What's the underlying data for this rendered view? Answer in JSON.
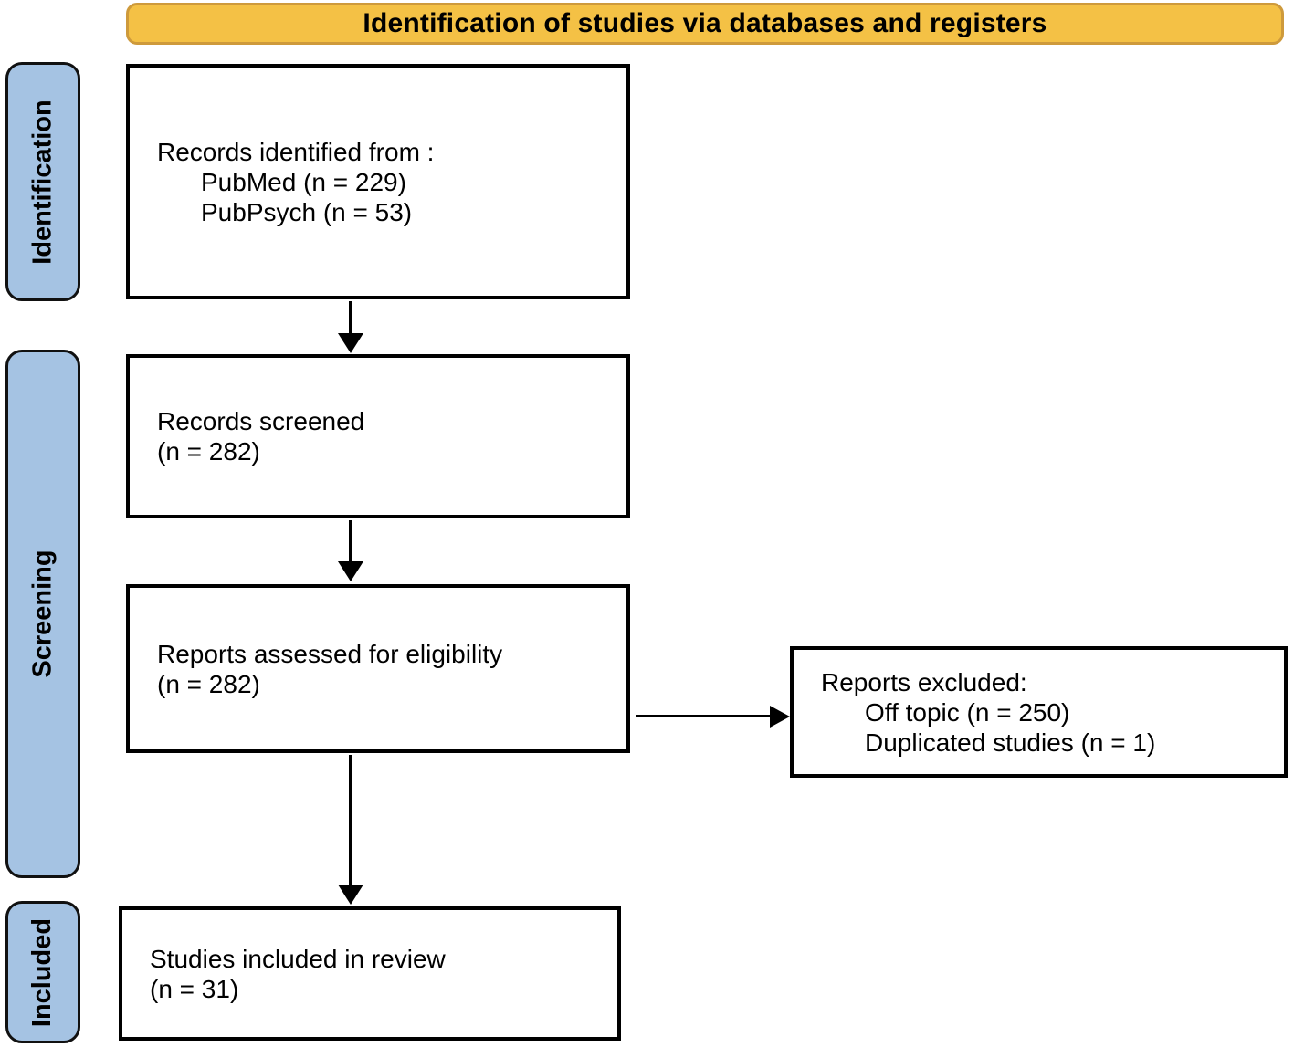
{
  "header": {
    "title": "Identification of studies via databases and registers"
  },
  "stages": [
    {
      "label": "Identification"
    },
    {
      "label": "Screening"
    },
    {
      "label": "Included"
    }
  ],
  "boxes": {
    "records_identified": {
      "lines": [
        "Records identified from :",
        "PubMed (n = 229)",
        "PubPsych (n = 53)"
      ]
    },
    "records_screened": {
      "lines": [
        "Records screened",
        "(n = 282)"
      ]
    },
    "reports_assessed": {
      "lines": [
        "Reports assessed for eligibility",
        "(n = 282)"
      ]
    },
    "reports_excluded": {
      "lines": [
        "Reports excluded:",
        "Off topic (n = 250)",
        "Duplicated studies (n = 1)"
      ]
    },
    "studies_included": {
      "lines": [
        "Studies included in review",
        "(n = 31)"
      ]
    }
  },
  "colors": {
    "banner_fill": "#F4C145",
    "banner_border": "#CE9A3C",
    "stage_fill": "#A5C3E3",
    "box_border": "#000000",
    "arrow": "#000000"
  }
}
